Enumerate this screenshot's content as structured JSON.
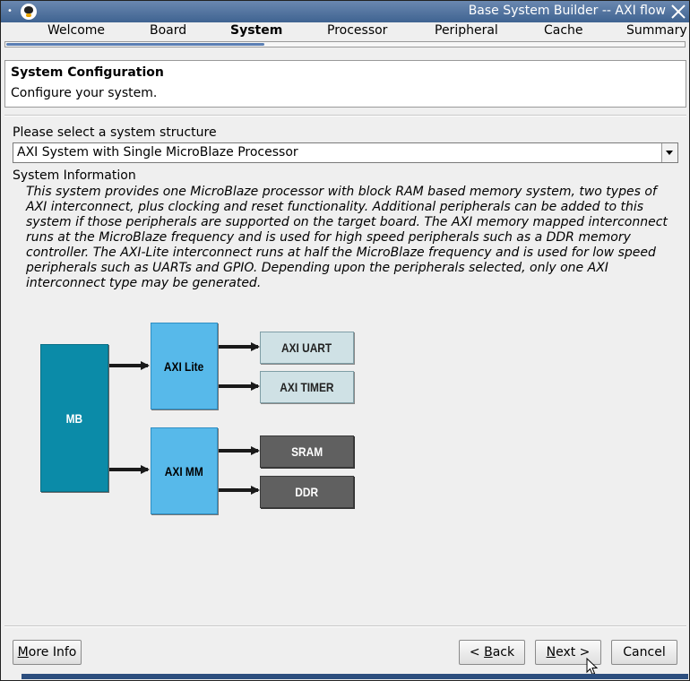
{
  "window": {
    "title": "Base System Builder -- AXI flow"
  },
  "steps": [
    {
      "label": "Welcome",
      "active": false
    },
    {
      "label": "Board",
      "active": false
    },
    {
      "label": "System",
      "active": true
    },
    {
      "label": "Processor",
      "active": false
    },
    {
      "label": "Peripheral",
      "active": false
    },
    {
      "label": "Cache",
      "active": false
    },
    {
      "label": "Summary",
      "active": false
    }
  ],
  "progress": {
    "fraction": 0.38
  },
  "header": {
    "title": "System Configuration",
    "subtitle": "Configure your system."
  },
  "structure": {
    "label": "Please select a system structure",
    "selected": "AXI System with Single MicroBlaze Processor"
  },
  "info": {
    "label": "System Information",
    "description": "This system provides one MicroBlaze processor with block RAM based memory system, two types of AXI interconnect, plus clocking and reset functionality.  Additional peripherals can be added to this system if those peripherals are supported on the target board.  The AXI memory mapped interconnect runs at the MicroBlaze frequency and is used for high speed peripherals such as a DDR memory controller.  The AXI-Lite interconnect runs at half the MicroBlaze frequency and is used for low speed peripherals such as UARTs and GPIO.  Depending upon the peripherals selected, only one AXI interconnect type may be generated."
  },
  "diagram": {
    "processor": "MB",
    "bus_lite": "AXI Lite",
    "bus_mm": "AXI MM",
    "lite_peripherals": [
      "AXI UART",
      "AXI TIMER"
    ],
    "mm_peripherals": [
      "SRAM",
      "DDR"
    ],
    "colors": {
      "processor": "#0b8ba8",
      "bus": "#57b9ea",
      "lite_peripheral": "#cfe1e5",
      "mm_peripheral": "#606060"
    }
  },
  "buttons": {
    "more_info": {
      "mnemonic": "M",
      "rest": "ore Info"
    },
    "back": {
      "prefix": "< ",
      "mnemonic": "B",
      "rest": "ack"
    },
    "next": {
      "mnemonic": "N",
      "rest": "ext >"
    },
    "cancel": "Cancel"
  },
  "icons": {
    "system_menu": "window-menu-icon",
    "app": "xilinx-app-icon",
    "close": "close-icon",
    "dropdown": "chevron-down-icon",
    "cursor": "mouse-pointer-icon"
  }
}
